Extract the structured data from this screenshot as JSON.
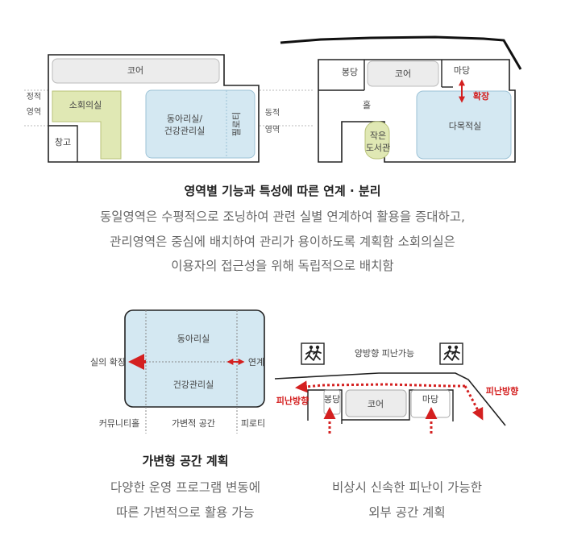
{
  "diagram_top": {
    "left_plan": {
      "core": "코어",
      "left_zone_top": "정적",
      "left_zone_bottom": "영역",
      "conference": "소회의실",
      "club_room_line1": "동아리실/",
      "club_room_line2": "건강관리실",
      "piloti": "필로티",
      "storage": "창고",
      "right_zone_top": "동적",
      "right_zone_bottom": "영역"
    },
    "right_plan": {
      "office": "봉당",
      "core": "코어",
      "yard": "마당",
      "expand": "확장",
      "hall": "홀",
      "small_library_line1": "작은",
      "small_library_line2": "도서관",
      "multipurpose": "다목적실"
    }
  },
  "caption_top": {
    "title": "영역별 기능과 특성에 따른 연계 · 분리",
    "line1": "동일영역은 수평적으로 조닝하여 관련 실별 연계하여 활용을 증대하고,",
    "line2": "관리영역은 중심에 배치하여 관리가 용이하도록 계획함 소회의실은",
    "line3": "이용자의 접근성을 위해 독립적으로 배치함"
  },
  "diagram_bottom_left": {
    "club_room": "동아리실",
    "health_room": "건강관리실",
    "expand_room": "실의 확장",
    "link": "연계",
    "community_hall": "커뮤니티홀",
    "flexible_space": "가변적 공간",
    "piloti": "피로티"
  },
  "diagram_bottom_right": {
    "two_way": "양방향 피난가능",
    "evac_left": "피난방향",
    "evac_right": "피난방향",
    "office": "봉당",
    "core": "코어",
    "yard": "마당"
  },
  "caption_bottom_left": {
    "title": "가변형 공간 계획",
    "line1": "다양한 운영 프로그램 변동에",
    "line2": "따른 가변적으로 활용 가능"
  },
  "caption_bottom_right": {
    "line1": "비상시 신속한 피난이 가능한",
    "line2": "외부 공간 계획"
  },
  "colors": {
    "blue_fill": "#d4e8f2",
    "green_fill": "#e0e8b4",
    "gray_fill": "#ececec",
    "red": "#d42020"
  }
}
